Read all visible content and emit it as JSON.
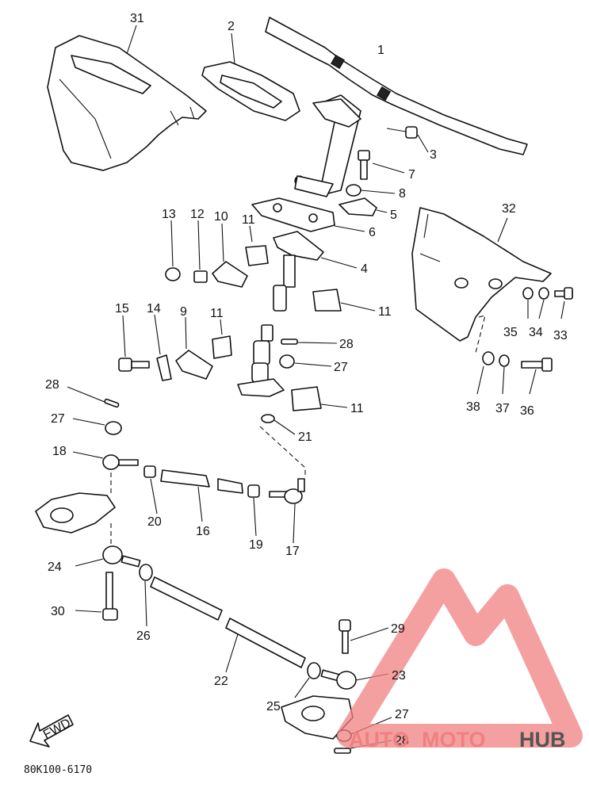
{
  "diagram": {
    "code": "80K100-6170",
    "fwd_label": "FWD",
    "watermark": {
      "part1": "AUTO",
      "part2": "MOTO",
      "part3": "HUB",
      "accent": "#f08080",
      "dark": "#555555"
    },
    "labels": {
      "p1": "1",
      "p2": "2",
      "p3": "3",
      "p4": "4",
      "p5": "5",
      "p6": "6",
      "p7": "7",
      "p8": "8",
      "p9": "9",
      "p10": "10",
      "p11a": "11",
      "p11b": "11",
      "p11c": "11",
      "p11d": "11",
      "p12": "12",
      "p13": "13",
      "p14": "14",
      "p15": "15",
      "p16": "16",
      "p17": "17",
      "p18": "18",
      "p19": "19",
      "p20": "20",
      "p21": "21",
      "p22": "22",
      "p23": "23",
      "p24": "24",
      "p25": "25",
      "p26": "26",
      "p27a": "27",
      "p27b": "27",
      "p27c": "27",
      "p28a": "28",
      "p28b": "28",
      "p28c": "28",
      "p29": "29",
      "p30": "30",
      "p31": "31",
      "p32": "32",
      "p33": "33",
      "p34": "34",
      "p35": "35",
      "p36": "36",
      "p37": "37",
      "p38": "38"
    }
  }
}
